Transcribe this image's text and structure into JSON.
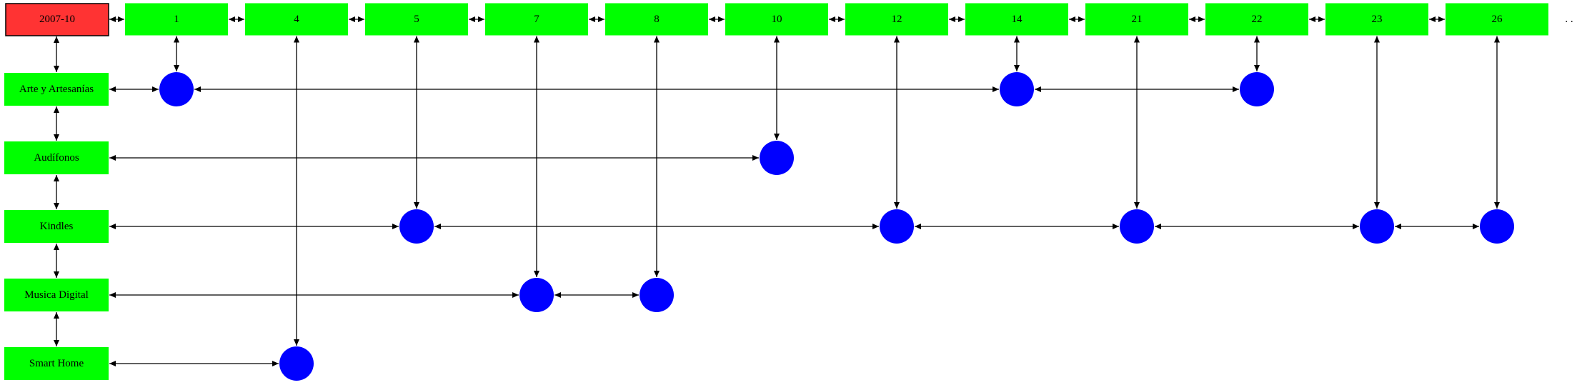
{
  "header": {
    "title": "2007-10",
    "days": [
      "1",
      "4",
      "5",
      "7",
      "8",
      "10",
      "12",
      "14",
      "21",
      "22",
      "23",
      "26"
    ]
  },
  "categories": [
    "Arte y Artesanías",
    "Audífonos",
    "Kindles",
    "Musica Digital",
    "Smart Home"
  ],
  "events": [
    {
      "category": "Arte y Artesanías",
      "days": [
        "1",
        "14",
        "22"
      ]
    },
    {
      "category": "Audífonos",
      "days": [
        "10"
      ]
    },
    {
      "category": "Kindles",
      "days": [
        "5",
        "12",
        "21",
        "23",
        "26"
      ]
    },
    {
      "category": "Musica Digital",
      "days": [
        "7",
        "8"
      ]
    },
    {
      "category": "Smart Home",
      "days": [
        "4"
      ]
    }
  ],
  "trailing_marker": ". .",
  "colors": {
    "title_fill": "#ff3333",
    "box_fill": "#00ff00",
    "node_fill": "#0000ff",
    "edge": "#000000"
  }
}
